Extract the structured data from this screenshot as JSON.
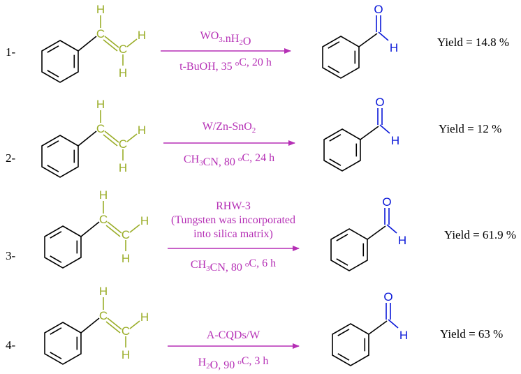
{
  "colors": {
    "reagent_arrow": "#b52fb5",
    "vinyl_group": "#9aad28",
    "aldehyde_group": "#0a18d8",
    "bonds": "#000000"
  },
  "atoms": {
    "hydrogen": "H",
    "carbon": "C",
    "oxygen": "O"
  },
  "reactions": [
    {
      "number": "1-",
      "above": [
        {
          "text": "WO",
          "sub": "3"
        },
        {
          "text": ".nH",
          "sub": "2"
        },
        {
          "text": "O"
        }
      ],
      "below": [
        {
          "text": "t-BuOH, 35 "
        },
        {
          "text": "o",
          "sup": true
        },
        {
          "text": "C, 20 h"
        }
      ],
      "yield": "Yield = 14.8 %"
    },
    {
      "number": "2-",
      "above": [
        {
          "text": "W/Zn-SnO",
          "sub": "2"
        }
      ],
      "below": [
        {
          "text": "CH",
          "sub": "3"
        },
        {
          "text": "CN, 80 "
        },
        {
          "text": "o",
          "sup": true
        },
        {
          "text": "C, 24 h"
        }
      ],
      "yield": "Yield = 12 %"
    },
    {
      "number": "3-",
      "above_lines": [
        "RHW-3",
        "(Tungsten was incorporated",
        "into silica matrix)"
      ],
      "below": [
        {
          "text": "CH",
          "sub": "3"
        },
        {
          "text": "CN, 80 "
        },
        {
          "text": "o",
          "sup": true
        },
        {
          "text": "C, 6 h"
        }
      ],
      "yield": "Yield = 61.9 %"
    },
    {
      "number": "4-",
      "above": [
        {
          "text": "A-CQDs/W"
        }
      ],
      "below": [
        {
          "text": "H",
          "sub": "2"
        },
        {
          "text": "O, 90 "
        },
        {
          "text": "o",
          "sup": true
        },
        {
          "text": "C, 3 h"
        }
      ],
      "yield": "Yield = 63 %"
    }
  ]
}
